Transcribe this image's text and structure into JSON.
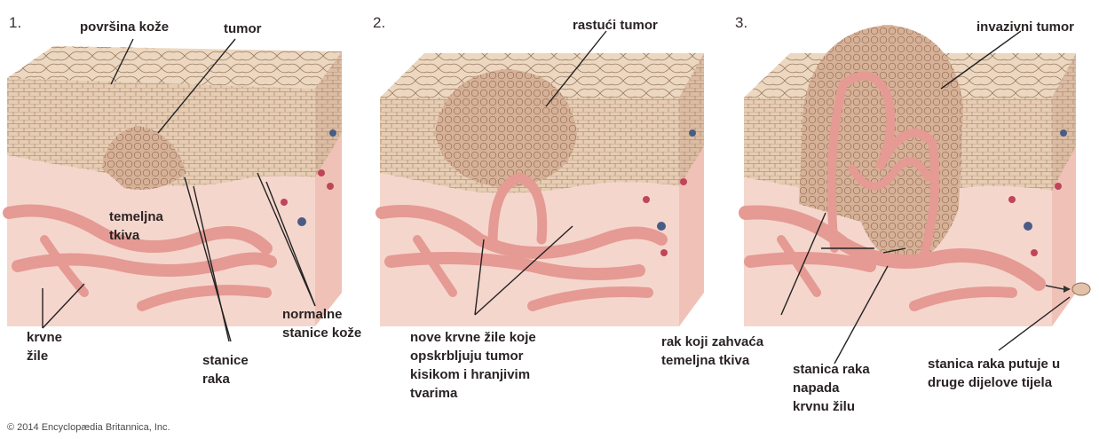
{
  "panels": [
    {
      "number": "1."
    },
    {
      "number": "2."
    },
    {
      "number": "3."
    }
  ],
  "labels": {
    "povrsina_koze": "površina kože",
    "tumor": "tumor",
    "temeljna_tkiva": "temeljna\ntkiva",
    "krvne_zile": "krvne\nžile",
    "stanice_raka": "stanice\nraka",
    "normalne_stanice": "normalne\nstanice kože",
    "rastuci_tumor": "rastući tumor",
    "nove_krvne_zile": "nove krvne žile koje\nopskrbljuju tumor\nkisikom i hranjivim\ntvarima",
    "invazivni_tumor": "invazivni tumor",
    "rak_zahvaca": "rak koji zahvaća\ntemeljna tkiva",
    "stanica_napada": "stanica raka\nnapada\nkrvnu žilu",
    "stanica_putuje": "stanica raka putuje u\ndruge dijelove tijela"
  },
  "credit": "© 2014 Encyclopædia Britannica, Inc.",
  "colors": {
    "skin_top": "#efdcc6",
    "skin_side": "#e2c3a8",
    "dermis": "#f3cfc7",
    "vessel": "#e8928f",
    "tumor": "#d8b49a",
    "cell_line": "#8a6a55"
  }
}
